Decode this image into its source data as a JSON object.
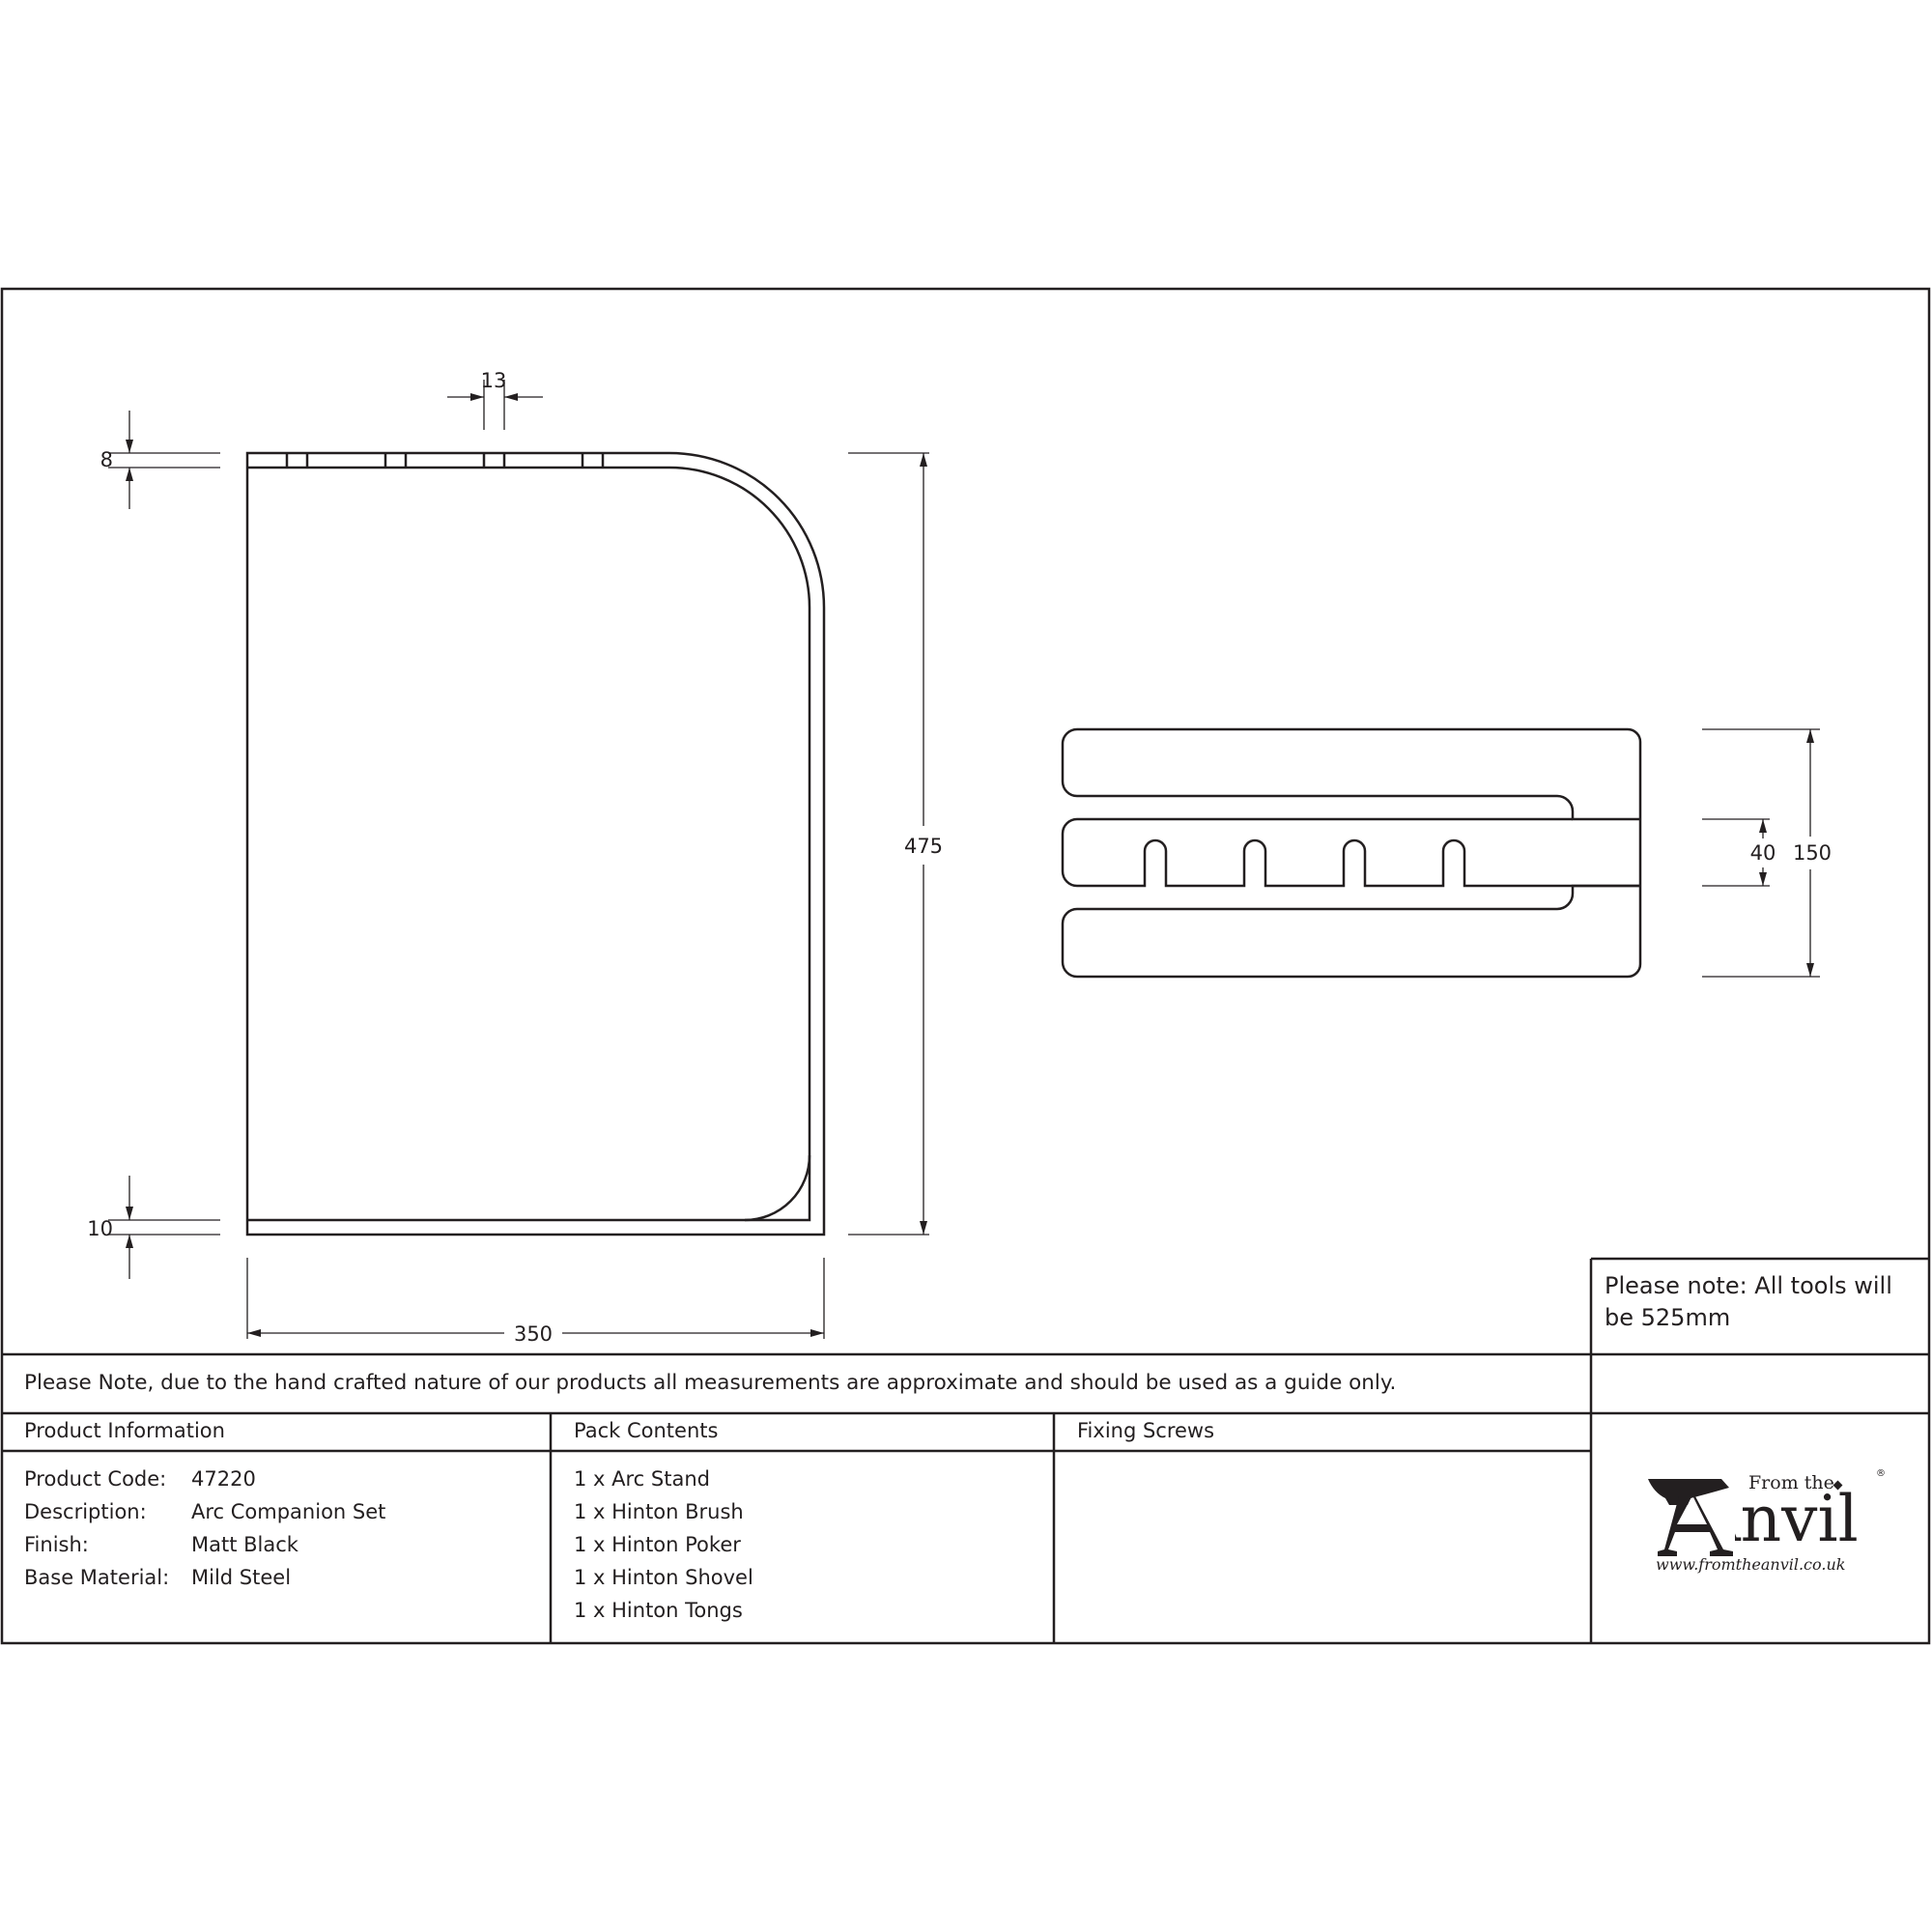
{
  "dimensions": {
    "bar_top_thickness": "8",
    "slot_width": "13",
    "bar_bottom_thickness": "10",
    "width": "350",
    "height": "475",
    "slot_depth": "40",
    "base_depth": "150"
  },
  "tools_note": "Please note: All tools will be 525mm",
  "disclaimer": "Please Note, due to the hand crafted nature of our products all measurements are approximate and should be used as a guide only.",
  "product_info": {
    "heading": "Product Information",
    "rows": [
      {
        "label": "Product Code:",
        "value": "47220"
      },
      {
        "label": "Description:",
        "value": "Arc Companion Set"
      },
      {
        "label": "Finish:",
        "value": "Matt Black"
      },
      {
        "label": "Base Material:",
        "value": "Mild Steel"
      }
    ]
  },
  "pack_contents": {
    "heading": "Pack Contents",
    "items": [
      "1 x Arc Stand",
      "1 x Hinton Brush",
      "1 x Hinton Poker",
      "1 x Hinton Shovel",
      "1 x Hinton Tongs"
    ]
  },
  "fixing_screws": {
    "heading": "Fixing Screws"
  },
  "logo": {
    "from_the": "From the",
    "brand": "Anvil",
    "url": "www.fromtheanvil.co.uk"
  }
}
